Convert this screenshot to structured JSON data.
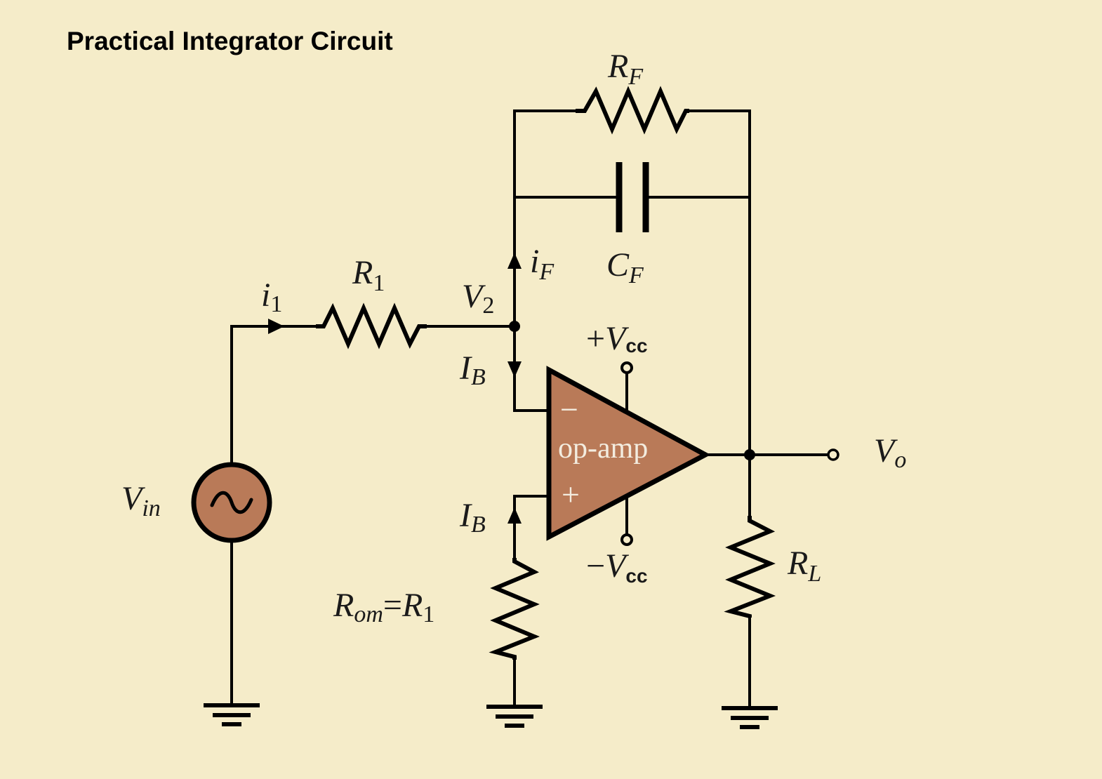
{
  "title": "Practical Integrator Circuit",
  "labels": {
    "rf": {
      "main": "R",
      "sub": "F"
    },
    "cf": {
      "main": "C",
      "sub": "F"
    },
    "r1": {
      "main": "R",
      "sub": "1"
    },
    "i1": {
      "main": "i",
      "sub": "1"
    },
    "if": {
      "main": "i",
      "sub": "F"
    },
    "v2": {
      "main": "V",
      "sub": "2"
    },
    "ib_top": {
      "main": "I",
      "sub": "B"
    },
    "ib_bottom": {
      "main": "I",
      "sub": "B"
    },
    "vin": {
      "main": "V",
      "sub": "in"
    },
    "vcc_pos": {
      "sign": "+",
      "main": "V",
      "sub": "cc"
    },
    "vcc_neg": {
      "sign": "−",
      "main": "V",
      "sub": "cc"
    },
    "vo": {
      "main": "V",
      "sub": "o"
    },
    "rl": {
      "main": "R",
      "sub": "L"
    },
    "rom": {
      "main": "R",
      "sub": "om",
      "eq": "=",
      "main2": "R",
      "sub2": "1"
    }
  },
  "opamp": {
    "label": "op-amp",
    "minus": "−",
    "plus": "+"
  },
  "colors": {
    "background": "#f5ecc9",
    "component_fill": "#b97a58",
    "wire": "#000000"
  }
}
